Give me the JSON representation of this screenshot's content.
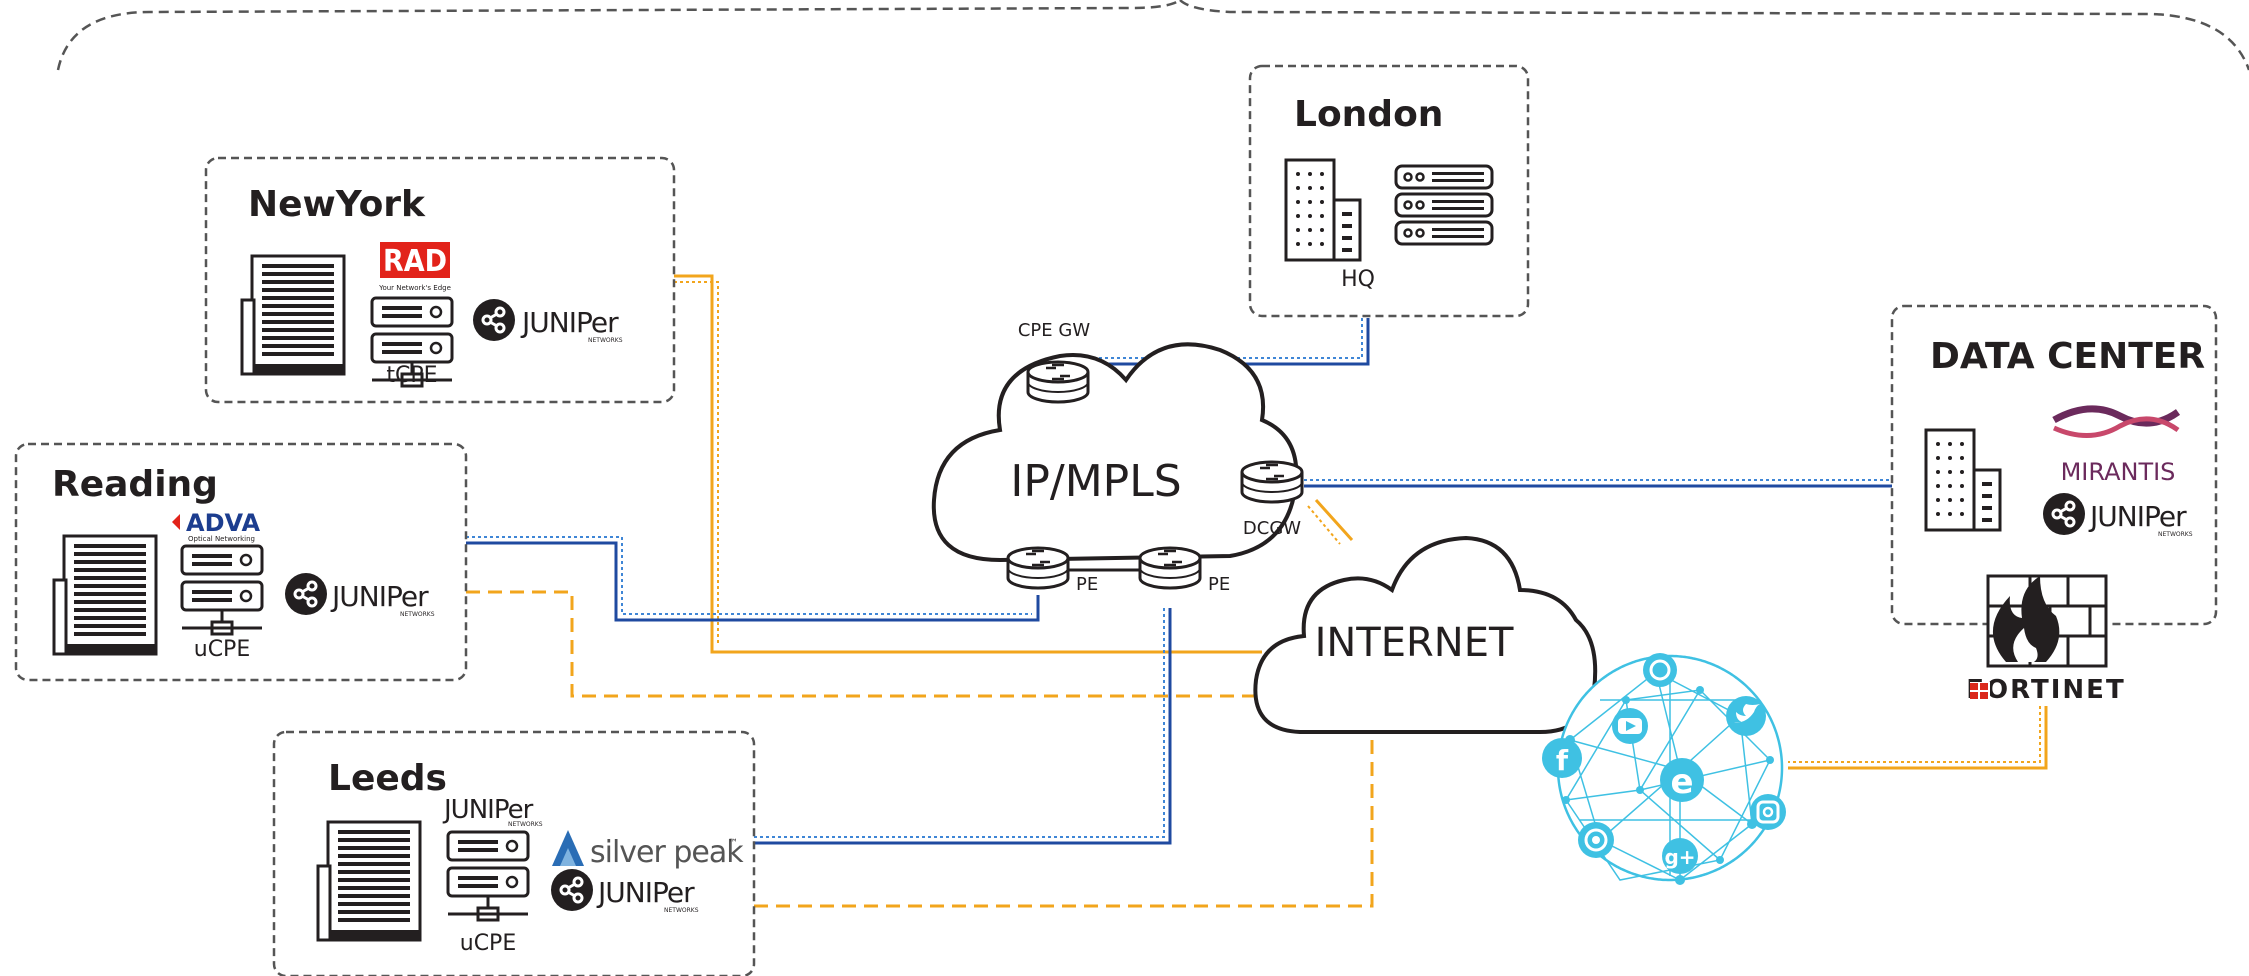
{
  "sites": {
    "newyork": {
      "title": "NewYork",
      "device": "tCPE"
    },
    "reading": {
      "title": "Reading",
      "device": "uCPE"
    },
    "leeds": {
      "title": "Leeds",
      "device": "uCPE"
    },
    "london": {
      "title": "London",
      "device": "HQ"
    },
    "datacenter": {
      "title": "DATA CENTER"
    }
  },
  "clouds": {
    "mpls": {
      "label": "IP/MPLS",
      "routers": {
        "cpe_gw": "CPE GW",
        "dcgw": "DCGW",
        "pe1": "PE",
        "pe2": "PE"
      }
    },
    "internet": {
      "label": "INTERNET"
    }
  },
  "vendors": {
    "rad": {
      "logo": "RAD",
      "tagline": "Your Network's Edge"
    },
    "adva": {
      "logo": "ADVA",
      "tagline": "Optical Networking"
    },
    "juniper": {
      "logo": "JUNIPer",
      "tagline": "NETWORKS"
    },
    "silverpeak": {
      "logo": "silver peak",
      "tm": "™"
    },
    "mirantis": {
      "logo": "MIRANTIS"
    },
    "fortinet": {
      "logo": "FORTINET"
    }
  },
  "social_icons": [
    "whatsapp-icon",
    "youtube-icon",
    "twitter-icon",
    "facebook-icon",
    "ie-icon",
    "instagram-icon",
    "chrome-icon",
    "googleplus-icon"
  ],
  "colors": {
    "mpls_link": "#1f4aa0",
    "internet_link": "#f2a51c",
    "border": "#555555",
    "social": "#3fc1e3",
    "rad_red": "#e2231a",
    "adva_red": "#e2231a",
    "adva_blue": "#1c3d8f",
    "mirantis": "#6b2a5c",
    "fortinet_red": "#da291c"
  }
}
